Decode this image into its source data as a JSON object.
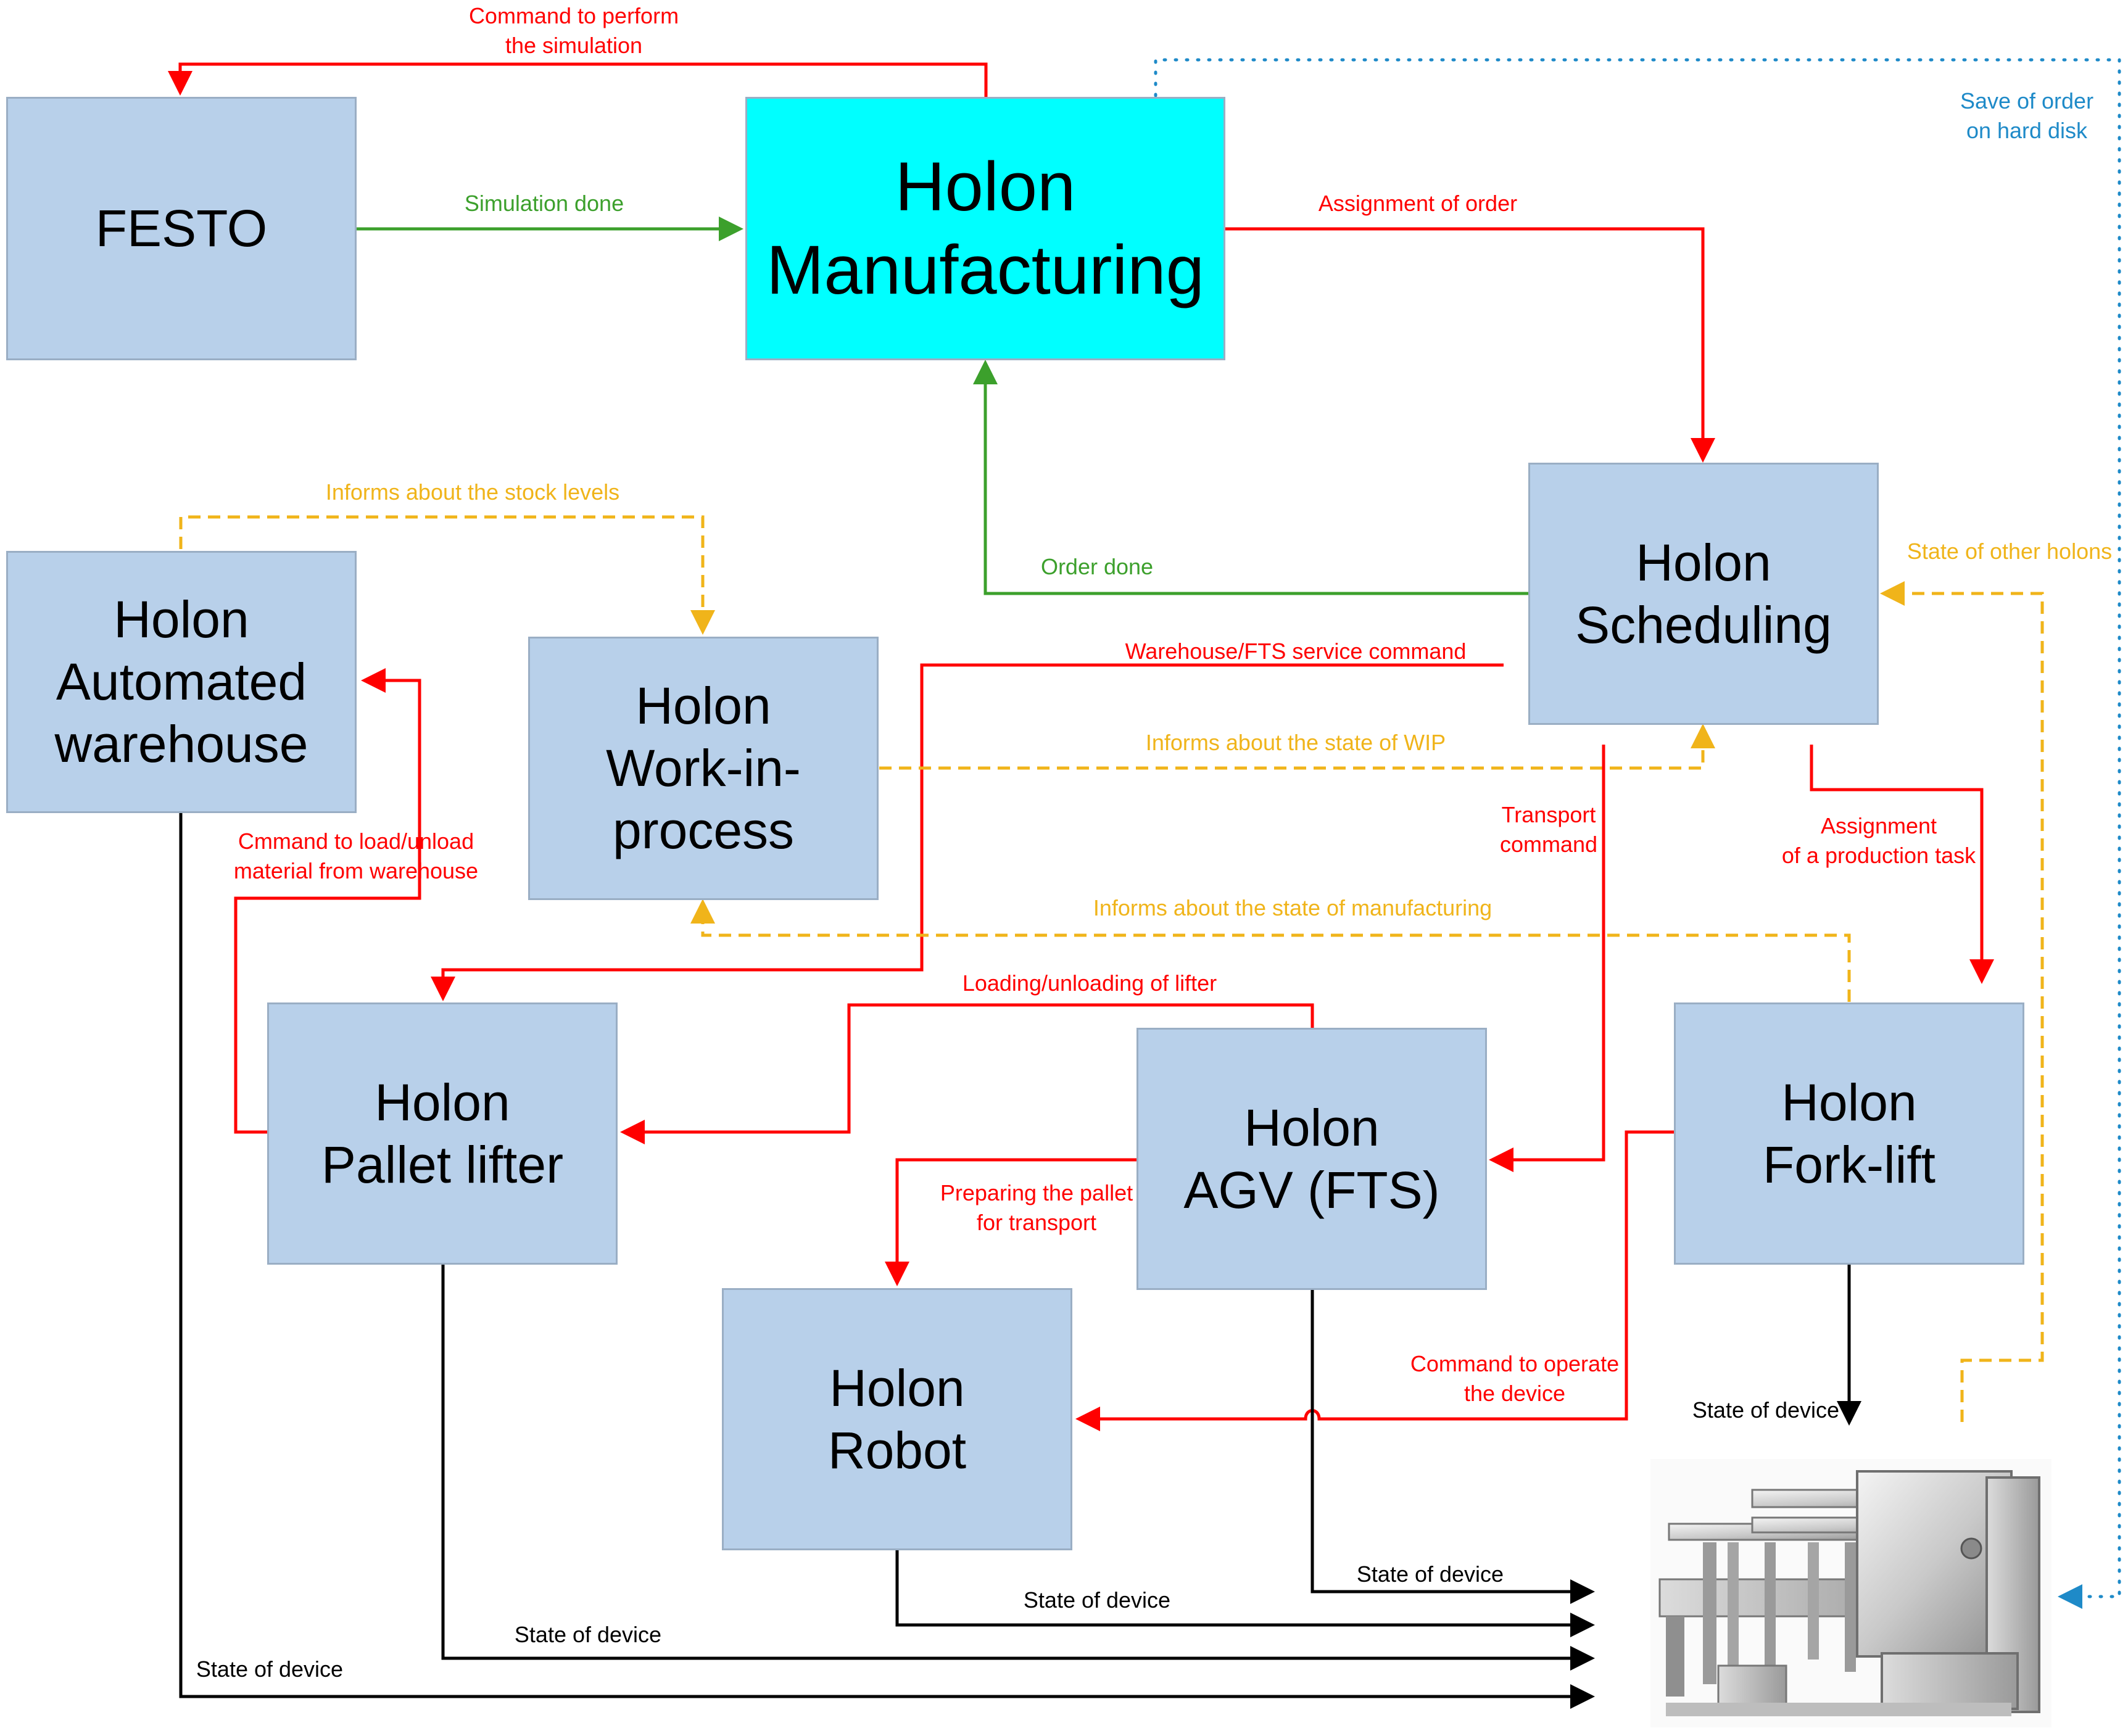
{
  "nodes": {
    "festo": [
      "FESTO"
    ],
    "manufacturing": [
      "Holon",
      "Manufacturing"
    ],
    "scheduling": [
      "Holon",
      "Scheduling"
    ],
    "warehouse": [
      "Holon",
      "Automated",
      "warehouse"
    ],
    "wip": [
      "Holon",
      "Work-in-",
      "process"
    ],
    "pallet_lifter": [
      "Holon",
      "Pallet lifter"
    ],
    "agv": [
      "Holon",
      "AGV (FTS)"
    ],
    "forklift": [
      "Holon",
      "Fork-lift"
    ],
    "robot": [
      "Holon",
      "Robot"
    ]
  },
  "edges": {
    "cmd_simulation": "Command to perform\nthe simulation",
    "simulation_done": "Simulation done",
    "assignment_order": "Assignment of order",
    "save_order": "Save of order\non hard disk",
    "order_done": "Order done",
    "stock_levels": "Informs about the stock levels",
    "state_other_holons": "State of other holons",
    "warehouse_fts_cmd": "Warehouse/FTS service command",
    "state_wip": "Informs about the state of WIP",
    "transport_cmd": "Transport\ncommand",
    "assign_production": "Assignment\nof a production task",
    "cmd_load_unload": "Cmmand to load/unload\nmaterial from warehouse",
    "state_manufacturing": "Informs about the state of manufacturing",
    "loading_lifter": "Loading/unloading of lifter",
    "preparing_pallet": "Preparing the pallet\nfor transport",
    "cmd_operate": "Command to operate\nthe device",
    "state_device_forklift": "State of device",
    "state_device_agv": "State of device",
    "state_device_robot": "State of device",
    "state_device_pallet": "State of device",
    "state_device_warehouse": "State of device"
  },
  "colors": {
    "command": "#ff0000",
    "done": "#3ca02c",
    "inform": "#f0b41a",
    "save": "#1e8ac8",
    "state": "#000000",
    "box_fill": "#b8d0ea",
    "box_highlight": "#00ffff"
  },
  "image": {
    "name": "production-machine-photo"
  }
}
